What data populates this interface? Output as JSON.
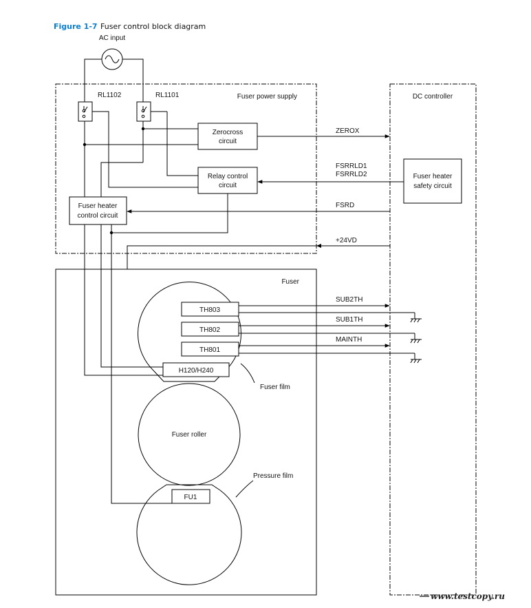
{
  "caption": {
    "number": "Figure 1-7",
    "title": "Fuser control block diagram"
  },
  "labels": {
    "ac_input": "AC input",
    "rl1102": "RL1102",
    "rl1101": "RL1101",
    "fuser_power_supply": "Fuser power supply",
    "dc_controller": "DC controller",
    "zerocross_1": "Zerocross",
    "zerocross_2": "circuit",
    "relay_1": "Relay control",
    "relay_2": "circuit",
    "heater_ctrl_1": "Fuser heater",
    "heater_ctrl_2": "control circuit",
    "safety_1": "Fuser heater",
    "safety_2": "safety circuit",
    "fuser": "Fuser",
    "th803": "TH803",
    "th802": "TH802",
    "th801": "TH801",
    "heater": "H120/H240",
    "fuser_film": "Fuser film",
    "fuser_roller": "Fuser roller",
    "pressure_film": "Pressure film",
    "fu1": "FU1"
  },
  "signals": {
    "zerox": "ZEROX",
    "fsrrld1": "FSRRLD1",
    "fsrrld2": "FSRRLD2",
    "fsrd": "FSRD",
    "v24": "+24VD",
    "sub2th": "SUB2TH",
    "sub1th": "SUB1TH",
    "mainth": "MAINTH"
  },
  "watermark": "www.testcopy.ru"
}
